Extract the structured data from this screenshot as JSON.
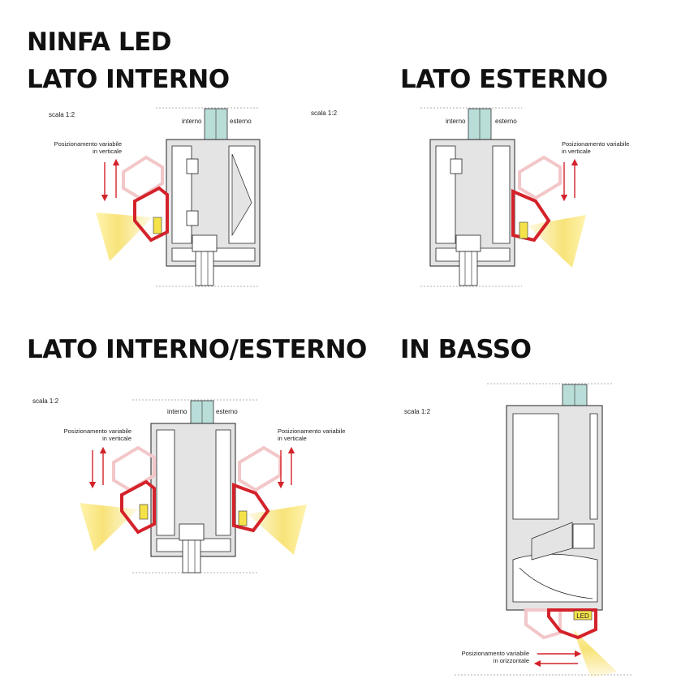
{
  "headings": {
    "title": "NINFA LED",
    "lato_interno": "LATO INTERNO",
    "lato_esterno": "LATO ESTERNO",
    "lato_interno_esterno": "LATO INTERNO/ESTERNO",
    "in_basso": "IN BASSO"
  },
  "labels": {
    "scala": "scala 1:2",
    "interno": "interno",
    "esterno": "esterno",
    "led": "LED",
    "pos_vert_line1": "Posizionamento variabile",
    "pos_vert_line2": "in verticale",
    "pos_oriz_line1": "Posizionamento variabile",
    "pos_oriz_line2": "in orizzontale"
  },
  "colors": {
    "profile": "#e2e2e2",
    "glass": "#b9ddd8",
    "led_profile": "#d4222a",
    "led_ghost": "#f3c7c9",
    "light": "#f7e06a",
    "led_chip": "#f5e24a"
  }
}
